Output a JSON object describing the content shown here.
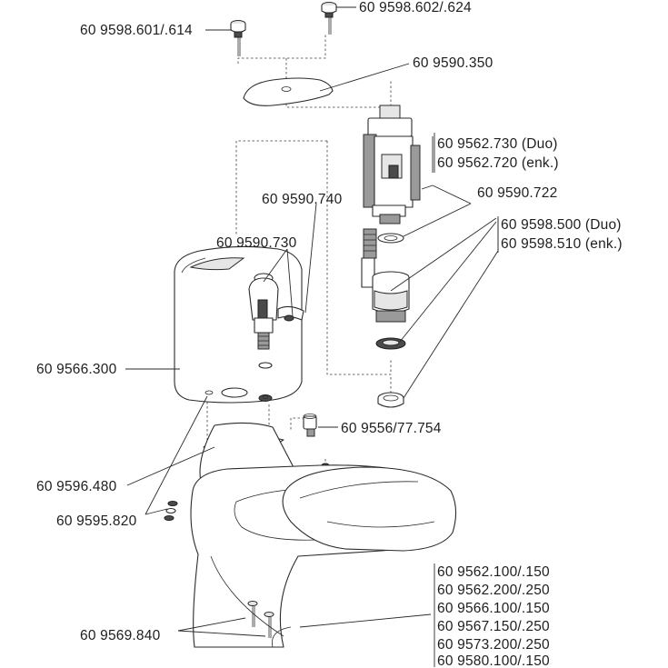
{
  "labels": {
    "push_button_a": "60 9598.601/.614",
    "push_button_b": "60 9598.602/.624",
    "lid_cover": "60 9590.350",
    "flush_valve_duo": "60 9562.730 (Duo)",
    "flush_valve_enk": "60 9562.720 (enk.)",
    "gasket": "60 9590.722",
    "seal_kit_duo": "60 9598.500 (Duo)",
    "seal_kit_enk": "60 9598.510 (enk.)",
    "fill_valve_bracket": "60 9590.740",
    "fill_valve": "60 9590.730",
    "cistern": "60 9566.300",
    "inlet_connector": "60 9556/77.754",
    "cistern_gasket": "60 9596.480",
    "fixing_screws": "60 9595.820",
    "floor_screws": "60 9569.840",
    "wc_models": [
      "60 9562.100/.150",
      "60 9562.200/.250",
      "60 9566.100/.150",
      "60 9567.150/.250",
      "60 9573.200/.250",
      "60 9580.100/.150"
    ]
  }
}
